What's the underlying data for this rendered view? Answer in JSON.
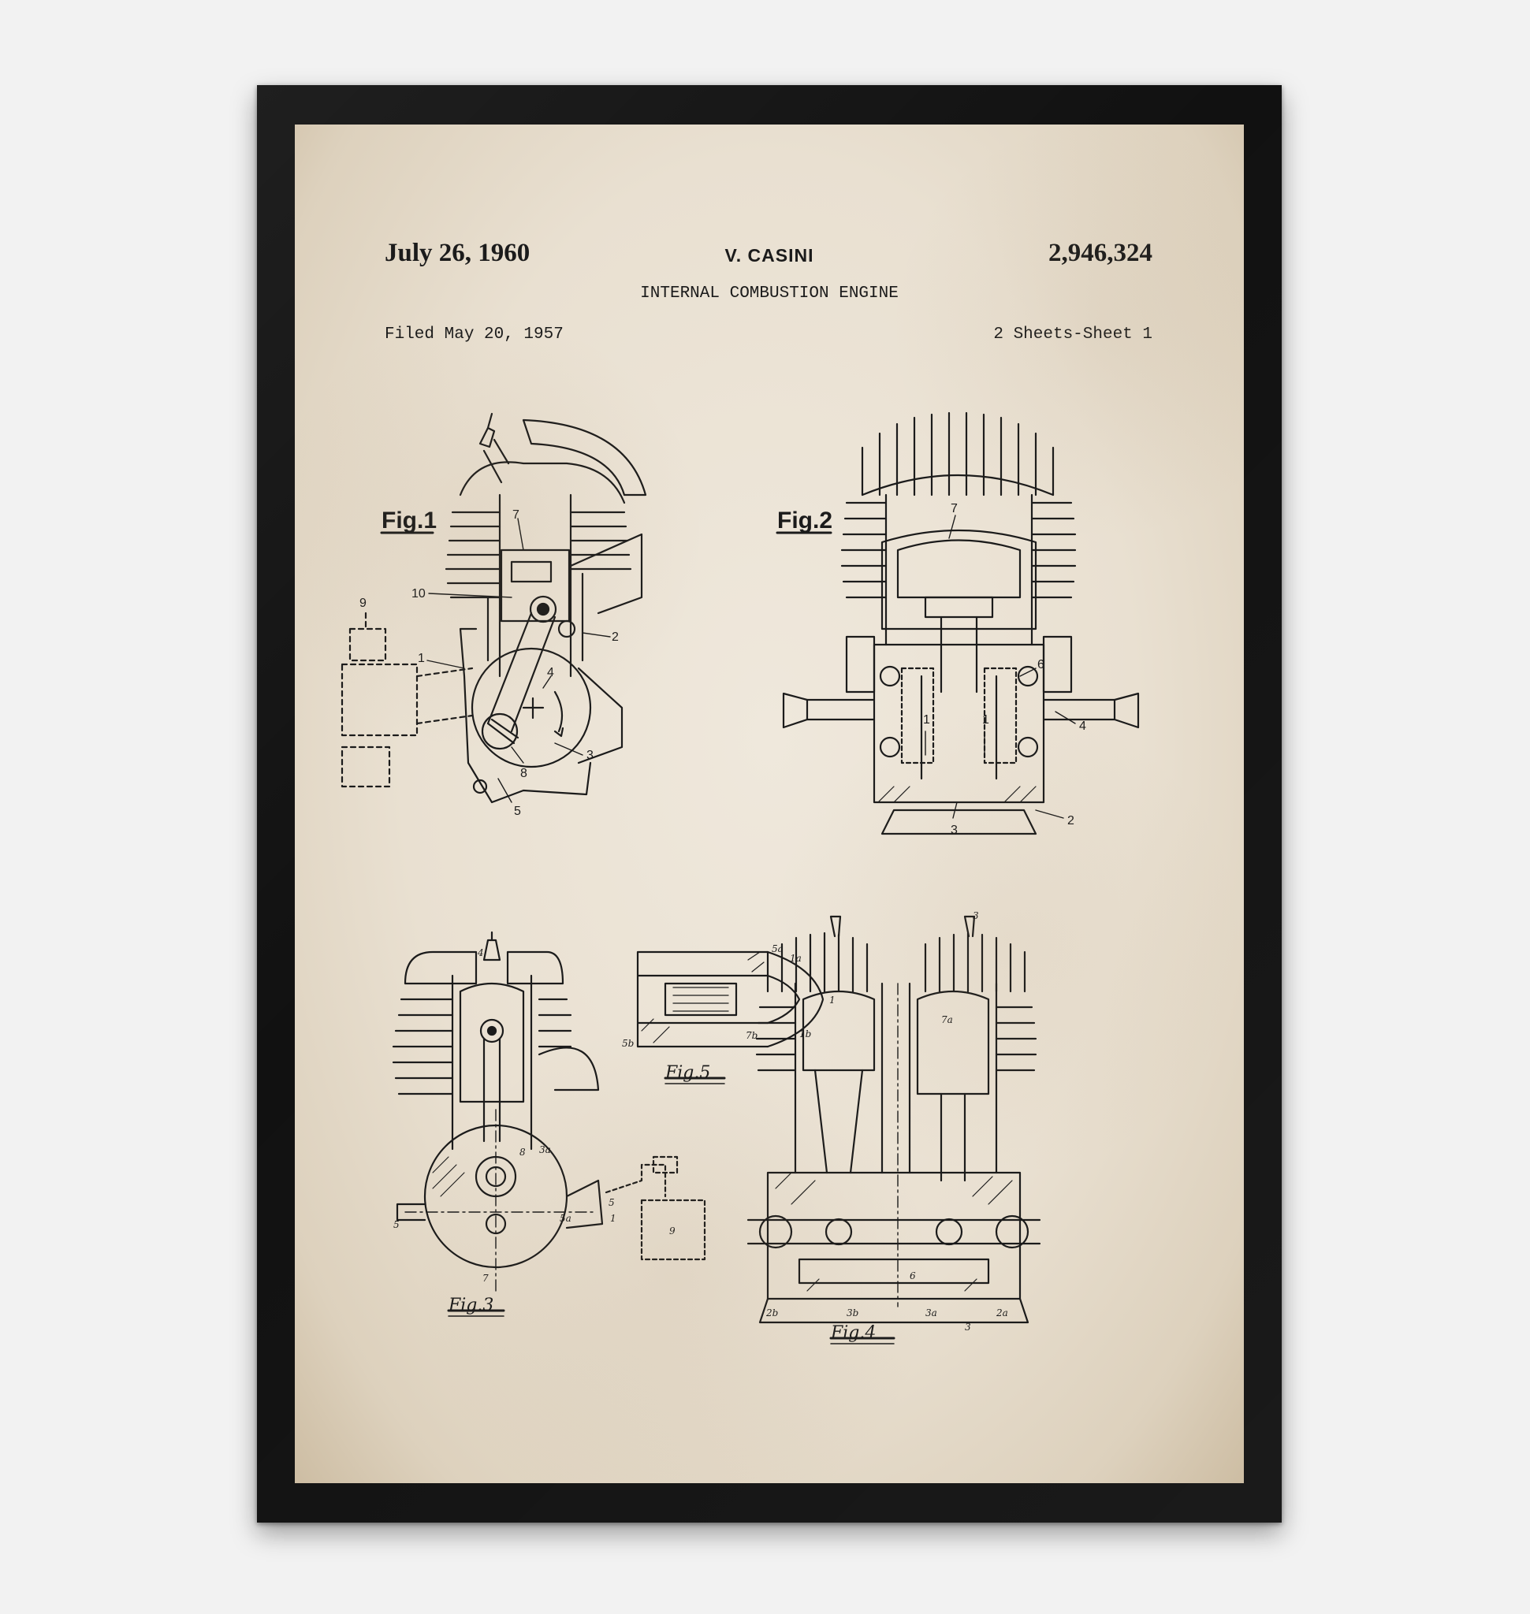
{
  "patent": {
    "date": "July 26, 1960",
    "inventor": "V. CASINI",
    "number": "2,946,324",
    "title": "INTERNAL COMBUSTION ENGINE",
    "filed": "Filed May 20, 1957",
    "sheets": "2 Sheets-Sheet 1"
  },
  "figures": {
    "fig1": {
      "label": "Fig.1",
      "parts": [
        "7",
        "10",
        "9",
        "1",
        "2",
        "4",
        "3",
        "8",
        "5"
      ]
    },
    "fig2": {
      "label": "Fig.2",
      "parts": [
        "7",
        "6",
        "1",
        "1",
        "4",
        "2",
        "3"
      ]
    },
    "fig3": {
      "label": "Fig.3",
      "parts": [
        "4",
        "8",
        "3a",
        "5",
        "5",
        "1",
        "5a",
        "9",
        "7"
      ]
    },
    "fig4": {
      "label": "Fig.4",
      "parts": [
        "3",
        "7a",
        "7b",
        "6",
        "2b",
        "3b",
        "3a",
        "2a",
        "3"
      ]
    },
    "fig5": {
      "label": "Fig.5",
      "parts": [
        "5a",
        "1a",
        "1",
        "1b",
        "5b"
      ]
    }
  },
  "colors": {
    "ink": "#1b1b1b",
    "paper": "#ebe3d5",
    "frame": "#111111"
  }
}
